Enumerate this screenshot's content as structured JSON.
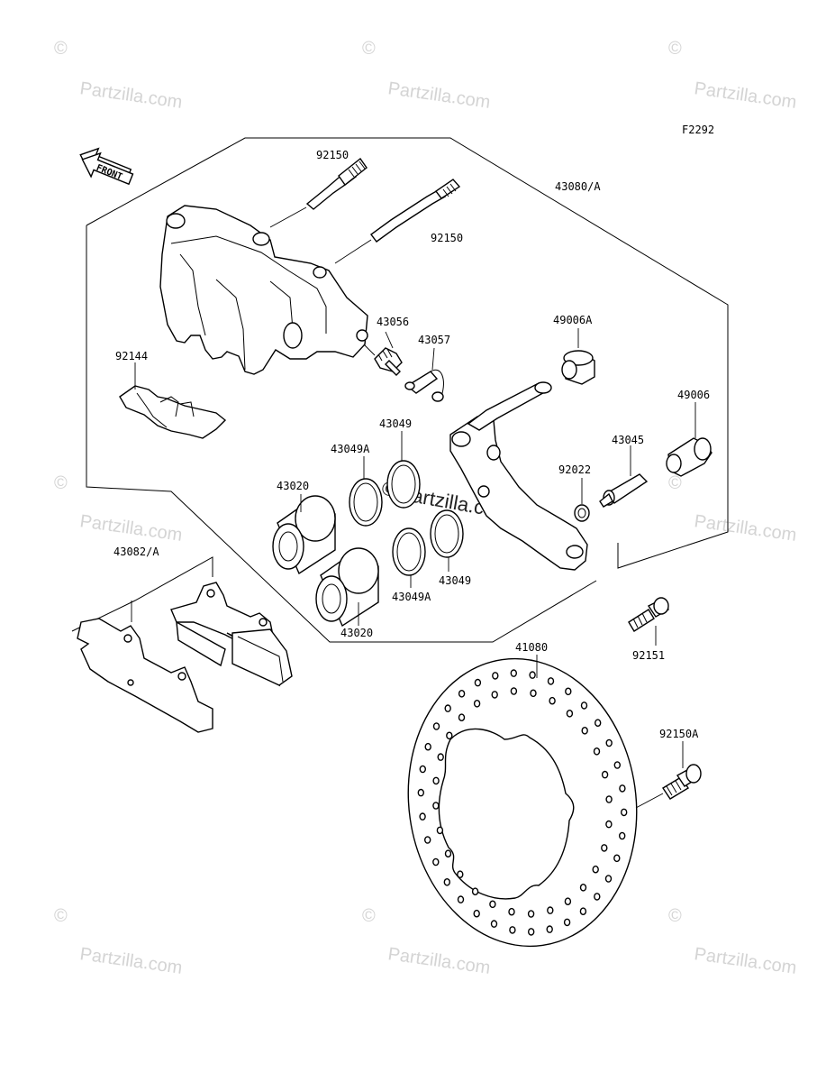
{
  "diagram_code": "F2292",
  "front_label": "FRONT",
  "watermark": {
    "text": "Partzilla.com",
    "symbol": "©"
  },
  "center_watermark": "Partzilla.com",
  "labels": {
    "p92150_top": "92150",
    "p92150_mid": "92150",
    "p43080": "43080/A",
    "p43056": "43056",
    "p43057": "43057",
    "p49006A": "49006A",
    "p92144": "92144",
    "p49006": "49006",
    "p43049_top": "43049",
    "p43049A_top": "43049A",
    "p43045": "43045",
    "p92022": "92022",
    "p43020_top": "43020",
    "p43082": "43082/A",
    "p43049_bot": "43049",
    "p43049A_bot": "43049A",
    "p43020_bot": "43020",
    "p92151": "92151",
    "p41080": "41080",
    "p92150A": "92150A"
  }
}
